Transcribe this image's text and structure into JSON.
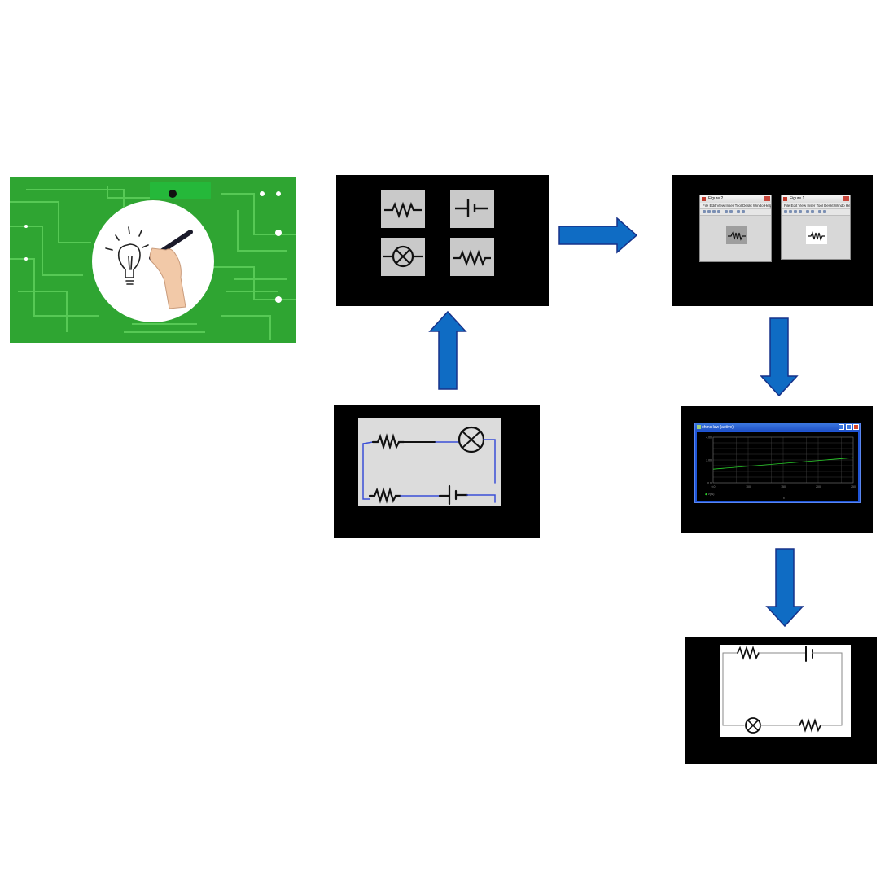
{
  "figure": {
    "icons": {
      "hero": "hand-drawing-lightbulb-icon",
      "arrow": "blue-block-arrow-icon",
      "resistor": "resistor-symbol-icon",
      "battery": "battery-symbol-icon",
      "lamp": "lamp-symbol-icon"
    },
    "colors": {
      "panel_background": "#000000",
      "pcb_green": "#2fa532",
      "arrow_fill": "#0f6cc4",
      "arrow_stroke": "#16328a",
      "wire_blue": "#3b4fd6",
      "plot_line": "#2bd12b"
    }
  },
  "matlab_windows": [
    {
      "title": "Figure 2",
      "menu": "File Edit View Inser Tool Deskt Windo Help"
    },
    {
      "title": "Figure 1",
      "menu": "File Edit View Inser Tool Deskt Windo Help"
    }
  ],
  "plot_window": {
    "title": "ohms law (active)",
    "legend": "V(r1)",
    "x_axis_label": "x"
  },
  "chart_data": {
    "type": "line",
    "title": "ohms law (active)",
    "xlabel": "x",
    "ylabel": "",
    "x_ticks": [
      "0.0",
      "100",
      "150",
      "200",
      "250"
    ],
    "y_ticks": [
      "4.00",
      "2.00",
      "0.0"
    ],
    "grid": true,
    "series": [
      {
        "name": "V(r1)",
        "x": [
          0,
          250
        ],
        "y": [
          1.2,
          2.2
        ]
      }
    ],
    "xlim": [
      0,
      250
    ],
    "ylim": [
      0,
      4
    ]
  }
}
